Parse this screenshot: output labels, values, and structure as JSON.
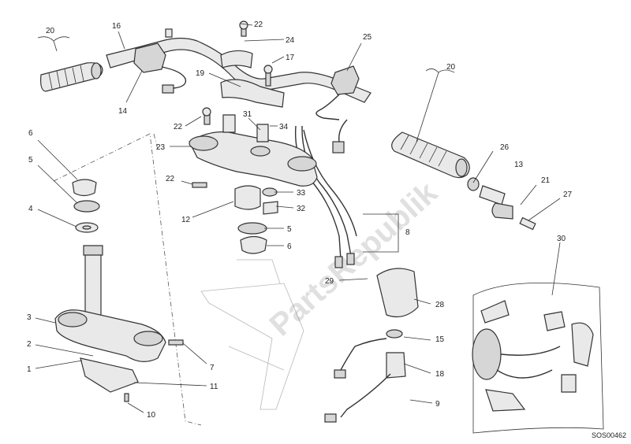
{
  "diagram": {
    "code": "SOS00462",
    "watermark": "PartsRepublik"
  },
  "callouts": {
    "c20a": "20",
    "c16": "16",
    "c22a": "22",
    "c24": "24",
    "c25": "25",
    "c17": "17",
    "c19": "19",
    "c14": "14",
    "c20b": "20",
    "c31": "31",
    "c22b": "22",
    "c34": "34",
    "c6a": "6",
    "c23": "23",
    "c26": "26",
    "c13": "13",
    "c5": "5",
    "c22c": "22",
    "c21": "21",
    "c33": "33",
    "c27": "27",
    "c4": "4",
    "c12": "12",
    "c32": "32",
    "c8": "8",
    "c5b": "5",
    "c6b": "6",
    "c30": "30",
    "c29": "29",
    "c28": "28",
    "c3": "3",
    "c15": "15",
    "c2": "2",
    "c7": "7",
    "c1": "1",
    "c18": "18",
    "c11": "11",
    "c9": "9",
    "c10": "10"
  }
}
